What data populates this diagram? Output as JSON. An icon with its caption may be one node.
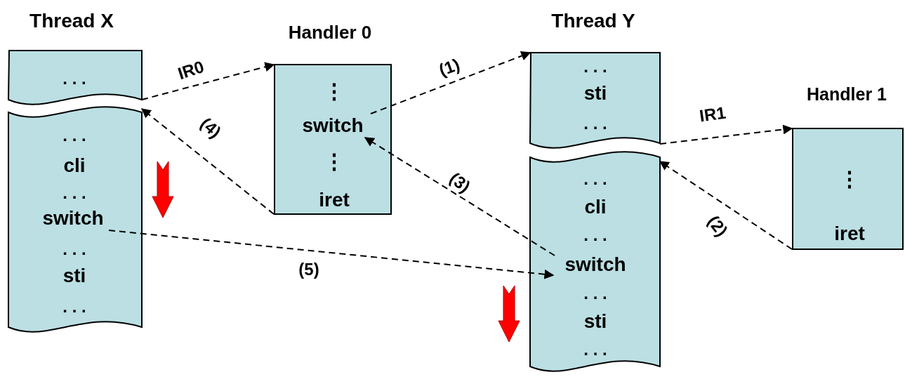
{
  "diagram": {
    "nodes": [
      {
        "text": [
          "Thread X",
          ". . ."
        ]
      },
      {
        "text": [
          ". . .",
          "cli",
          ". . .",
          ". . .",
          "sti",
          ". . ."
        ]
      },
      {
        "text": [
          "switch"
        ],
        "in": 1
      },
      {
        "text": [
          "Handler 0",
          "⋮",
          "⋮",
          "iret"
        ]
      },
      {
        "text": [
          "switch"
        ],
        "in": 3
      },
      {
        "text": [
          "Thread Y",
          ". . .",
          "sti",
          ". . ."
        ]
      },
      {
        "text": [
          ". . .",
          "cli",
          ". . .",
          ". . .",
          "sti",
          ". . ."
        ]
      },
      {
        "text": [
          "switch"
        ],
        "in": 6
      },
      {
        "text": [
          "Handler 1",
          "⋮",
          "iret"
        ]
      }
    ],
    "edges": [
      {
        "from": 0,
        "to": 3,
        "arrow": "to",
        "label": "IR0",
        "style": "dashed"
      },
      {
        "from": 4,
        "to": 5,
        "arrow": "to",
        "label": "(1)",
        "style": "dashed"
      },
      {
        "from": 8,
        "to": 6,
        "arrow": "to",
        "label": "(2)",
        "style": "dashed"
      },
      {
        "from": 7,
        "to": 4,
        "arrow": "to",
        "label": "(3)",
        "style": "dashed"
      },
      {
        "from": 3,
        "to": 1,
        "arrow": "to",
        "label": "(4)",
        "style": "dashed"
      },
      {
        "from": 2,
        "to": 7,
        "arrow": "to",
        "label": "(5)",
        "style": "dashed"
      },
      {
        "from": 5,
        "to": 8,
        "arrow": "to",
        "label": "IR1",
        "style": "dashed"
      }
    ]
  }
}
